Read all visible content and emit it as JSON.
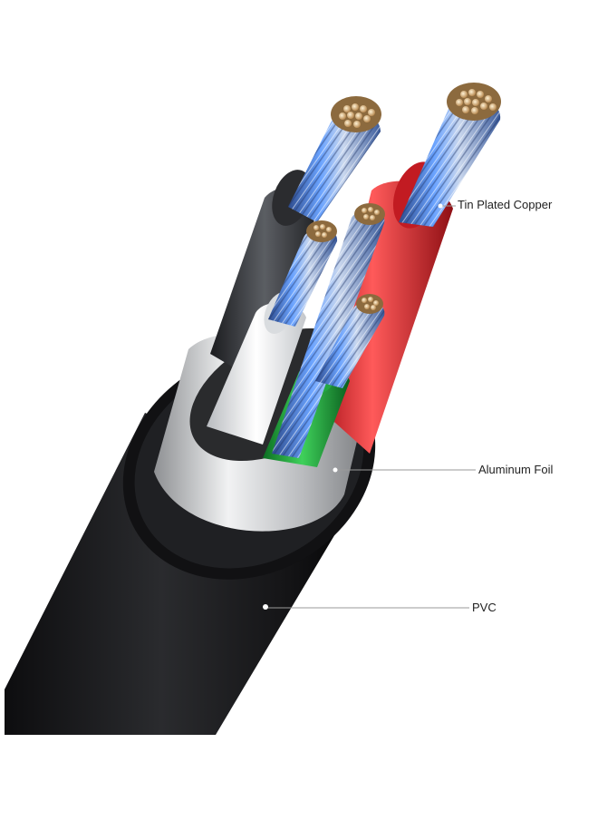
{
  "labels": {
    "tin_plated_copper": "Tin Plated Copper",
    "aluminum_foil": "Aluminum Foil",
    "pvc": "PVC"
  },
  "colors": {
    "background": "#ffffff",
    "pvc_jacket": "#1b1b1d",
    "aluminum_foil": "#c9cbcd",
    "wire_black": "#3a3c40",
    "wire_white": "#e8eaec",
    "wire_green": "#1aa63a",
    "wire_red": "#e02a2a",
    "copper_strand": "#d9b98a",
    "strand_blue": "#3b6fd8",
    "leader_line": "#9a9a9a"
  }
}
